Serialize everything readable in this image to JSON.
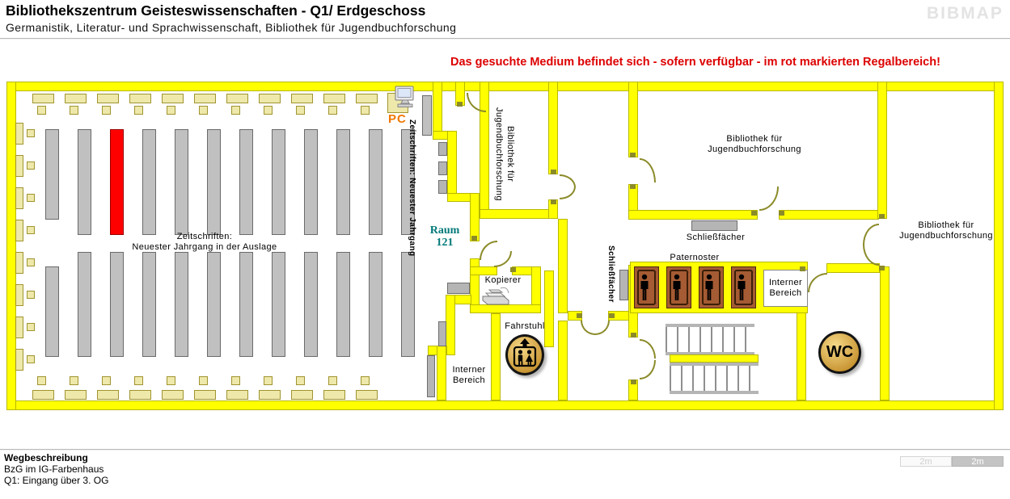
{
  "header": {
    "title": "Bibliothekszentrum Geisteswissenschaften - Q1/ Erdgeschoss",
    "subtitle": "Germanistik, Literatur- und Sprachwissenschaft, Bibliothek für Jugendbuchforschung",
    "logo": "BIBMAP"
  },
  "notice": {
    "text": "Das gesuchte Medium befindet sich - sofern verfügbar -  im rot markierten Regalbereich!"
  },
  "map": {
    "labels": {
      "zeitschriften_heading": "Zeitschriften:",
      "zeitschriften_sub": "Neuester Jahrgang in der Auslage",
      "zeitschriften_vertical": "Zeitschriften: Neuester Jahrgang",
      "pc": "PC",
      "raum_name": "Raum",
      "raum_number": "121",
      "bibliothek_line1": "Bibliothek für",
      "bibliothek_line2": "Jugendbuchforschung",
      "schliessfaecher": "Schließfächer",
      "paternoster": "Paternoster",
      "interner_line1": "Interner",
      "interner_line2": "Bereich",
      "kopierer": "Kopierer",
      "fahrstuhl": "Fahrstuhl",
      "wc": "WC"
    }
  },
  "footer": {
    "heading": "Wegbeschreibung",
    "building": "BzG im IG-Farbenhaus",
    "entrance": "Q1: Eingang über 3. OG"
  },
  "scalebar": {
    "left": "2m",
    "right": "2m"
  },
  "colors": {
    "wall_fill": "#ffff00",
    "wall_edge": "#b8b800",
    "shelf_beige": "#eee8aa",
    "shelf_beige_edge": "#a09430",
    "shelf_gray": "#c0c0c0",
    "shelf_gray_edge": "#6a6a6a",
    "highlight_red": "#ff0000",
    "door_olive": "#8b8b2a",
    "notice_red": "#dd0000",
    "raum_teal": "#007878",
    "pc_orange": "#f07800",
    "paternoster_brown": "#a55b33",
    "paternoster_edge": "#4a2810",
    "gold_light": "#f6d988",
    "gold_dark": "#b97e16",
    "logo_gray": "#e3e3e3"
  }
}
